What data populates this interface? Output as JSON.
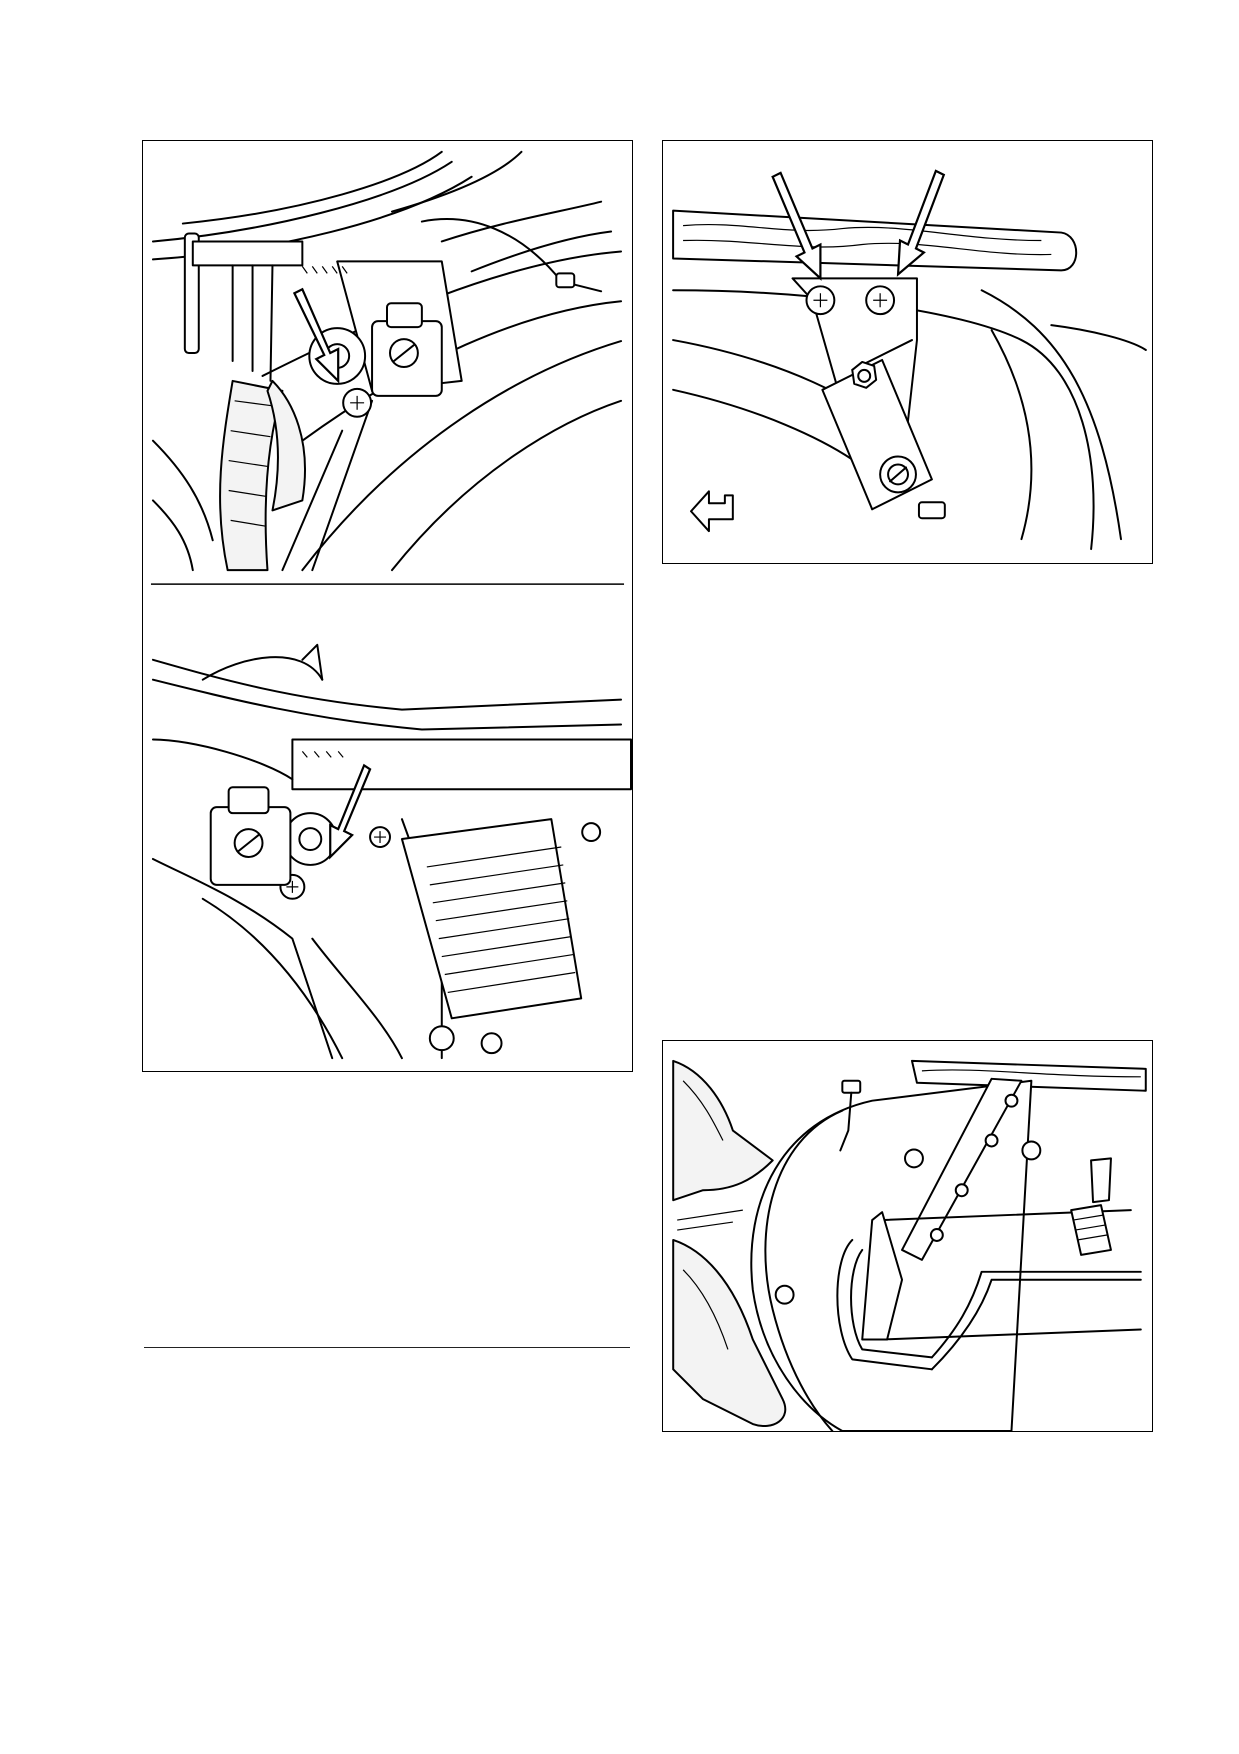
{
  "page": {
    "background": "#ffffff",
    "line_color": "#000000"
  },
  "illustrations": [
    {
      "id": "left-panel",
      "subject": "frame-mounting-bolt-views"
    },
    {
      "id": "top-right",
      "subject": "rear-bracket-two-bolts"
    },
    {
      "id": "bottom-right",
      "subject": "pannier-carrier-removal"
    }
  ],
  "icons": {
    "direction": "direction-arrow-icon",
    "callout": "callout-arrow-icon"
  }
}
